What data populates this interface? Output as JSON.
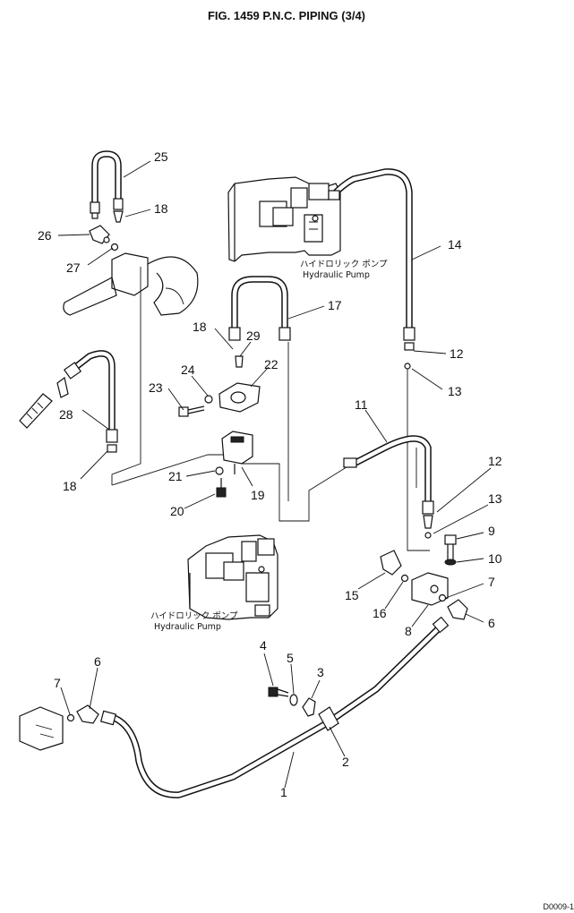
{
  "title": "FIG. 1459   P.N.C. PIPING (3/4)",
  "pump_label_jp": "ハイドロリック ポンプ",
  "pump_label_en": "Hydraulic Pump",
  "corner_code": "D0009-1",
  "callouts": [
    "25",
    "18",
    "26",
    "27",
    "14",
    "17",
    "18",
    "29",
    "22",
    "24",
    "23",
    "28",
    "18",
    "12",
    "13",
    "11",
    "21",
    "19",
    "20",
    "12",
    "13",
    "9",
    "10",
    "7",
    "6",
    "15",
    "16",
    "8",
    "4",
    "5",
    "3",
    "6",
    "7",
    "2",
    "1"
  ]
}
